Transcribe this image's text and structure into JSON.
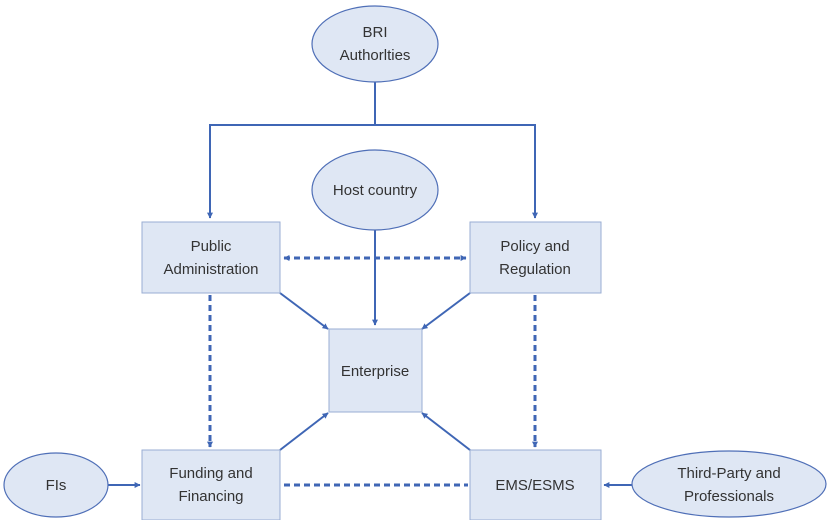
{
  "nodes": {
    "bri_authorities": {
      "line1": "BRI",
      "line2": "Authorlties"
    },
    "host_country": {
      "label": "Host country"
    },
    "public_administration": {
      "line1": "Public",
      "line2": "Administration"
    },
    "policy_regulation": {
      "line1": "Policy and",
      "line2": "Regulation"
    },
    "enterprise": {
      "label": "Enterprise"
    },
    "funding_financing": {
      "line1": "Funding and",
      "line2": "Financing"
    },
    "ems_esms": {
      "label": "EMS/ESMS"
    },
    "fis": {
      "label": "FIs"
    },
    "third_party": {
      "line1": "Third-Party and",
      "line2": "Professionals"
    }
  },
  "colors": {
    "fill": "#dfe7f4",
    "connector": "#3f66b5",
    "text": "#333333"
  }
}
